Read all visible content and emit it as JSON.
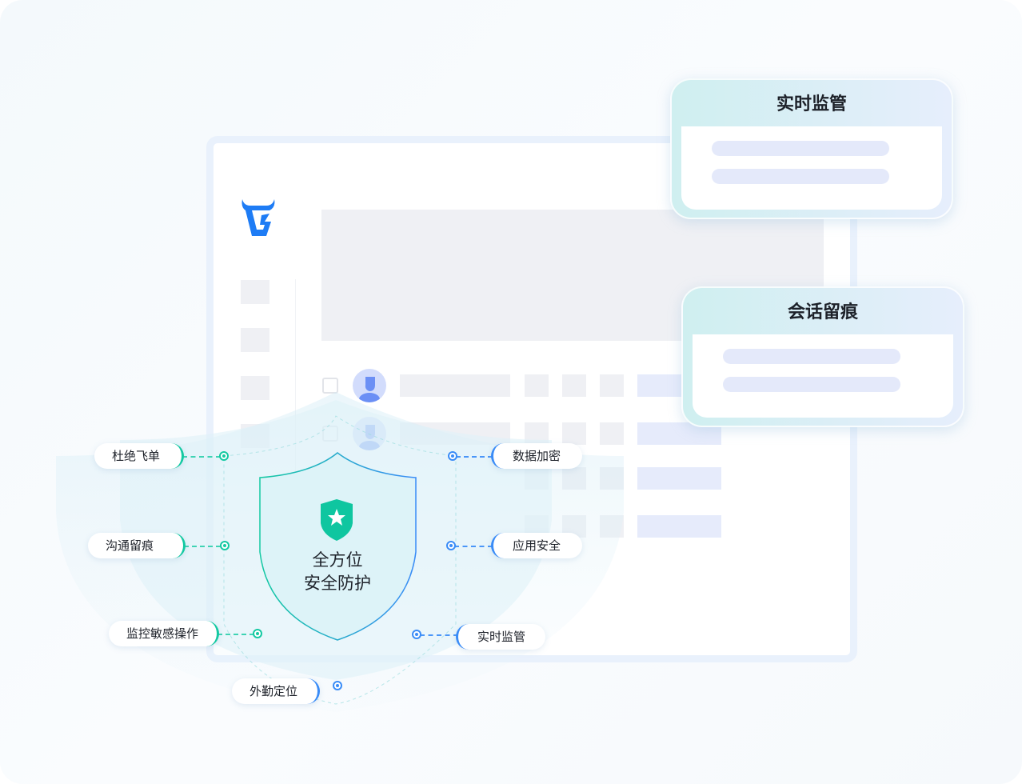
{
  "cards": [
    {
      "title": "实时监管"
    },
    {
      "title": "会话留痕"
    }
  ],
  "shield": {
    "line1": "全方位",
    "line2": "安全防护",
    "icon": "shield-star-icon"
  },
  "features_left": [
    {
      "label": "杜绝飞单"
    },
    {
      "label": "沟通留痕"
    },
    {
      "label": "监控敏感操作"
    },
    {
      "label": "外勤定位"
    }
  ],
  "features_right": [
    {
      "label": "数据加密"
    },
    {
      "label": "应用安全"
    },
    {
      "label": "实时监管"
    }
  ],
  "colors": {
    "green": "#14c9a2",
    "blue": "#3a8cf7",
    "logo": "#1e7cf5"
  }
}
